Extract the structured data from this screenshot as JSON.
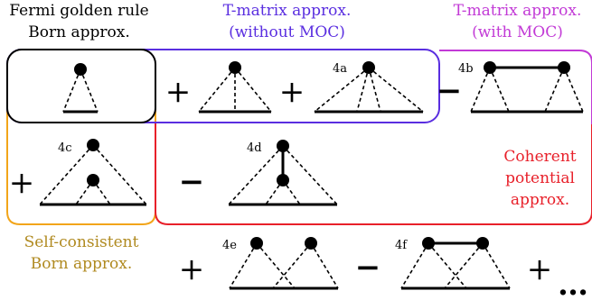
{
  "labels": {
    "fermi_born": [
      "Fermi golden rule",
      "Born approx."
    ],
    "tmatrix_without": [
      "T-matrix approx.",
      "(without MOC)"
    ],
    "tmatrix_with": [
      "T-matrix approx.",
      "(with MOC)"
    ],
    "coherent": [
      "Coherent",
      "potential",
      "approx."
    ],
    "self_consistent": [
      "Self-consistent",
      "Born approx."
    ]
  },
  "diagram_tags": [
    "4a",
    "4b",
    "4c",
    "4d",
    "4e",
    "4f"
  ],
  "operators": [
    "+",
    "+",
    "−",
    "+",
    "−",
    "+",
    "−",
    "+",
    "…"
  ],
  "colors": {
    "black_box": "#000000",
    "tmatrix_without": "#5a2ee0",
    "tmatrix_with": "#c23ad6",
    "coherent": "#e8202a",
    "self_consistent": "#f2a51a",
    "self_consistent_text": "#b08a20"
  }
}
